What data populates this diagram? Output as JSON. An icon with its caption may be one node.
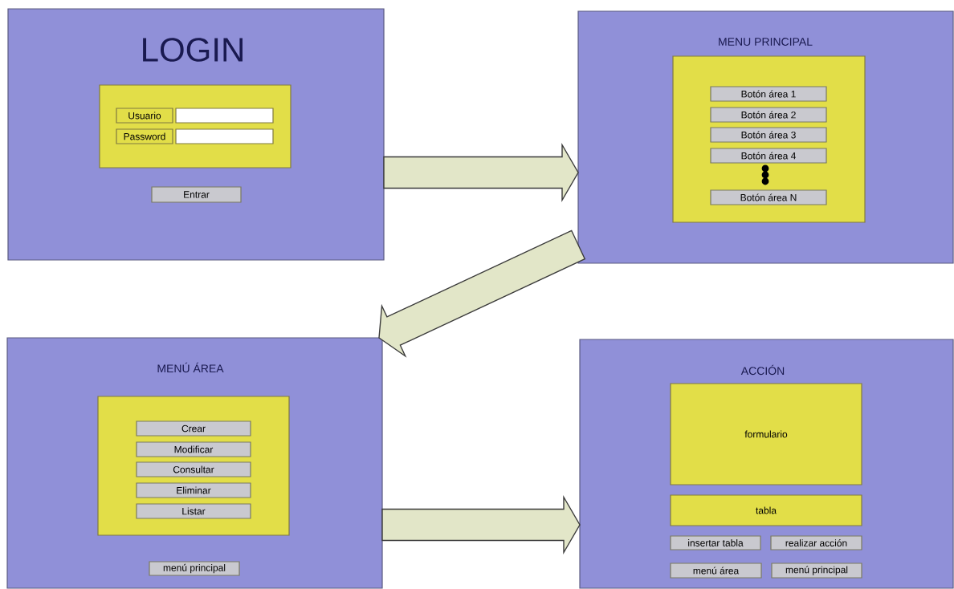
{
  "diagram": {
    "nodes": [
      {
        "text": [
          "LOGIN"
        ]
      },
      {
        "text": [],
        "shape": "box",
        "in": 0
      },
      {
        "text": [
          "Usuario"
        ],
        "in": 1
      },
      {
        "text": [],
        "shape": "box",
        "in": 1
      },
      {
        "text": [
          "Password"
        ],
        "in": 1
      },
      {
        "text": [],
        "shape": "box",
        "in": 1
      },
      {
        "text": [
          "Entrar"
        ],
        "in": 0
      },
      {
        "text": [
          "MENU PRINCIPAL"
        ]
      },
      {
        "text": [],
        "shape": "box",
        "in": 7
      },
      {
        "text": [
          "Botón área 1"
        ],
        "in": 8
      },
      {
        "text": [
          "Botón área 2"
        ],
        "in": 8
      },
      {
        "text": [
          "Botón área 3"
        ],
        "in": 8
      },
      {
        "text": [
          "Botón área 4"
        ],
        "in": 8
      },
      {
        "text": [
          "Botón área N"
        ],
        "in": 8
      },
      {
        "text": [
          "MENÚ ÁREA"
        ]
      },
      {
        "text": [],
        "shape": "box",
        "in": 14
      },
      {
        "text": [
          "Crear"
        ],
        "in": 15
      },
      {
        "text": [
          "Modificar"
        ],
        "in": 15
      },
      {
        "text": [
          "Consultar"
        ],
        "in": 15
      },
      {
        "text": [
          "Eliminar"
        ],
        "in": 15
      },
      {
        "text": [
          "Listar"
        ],
        "in": 15
      },
      {
        "text": [
          "menú principal"
        ],
        "in": 14
      },
      {
        "text": [
          "ACCIÓN"
        ]
      },
      {
        "text": [
          "formulario"
        ],
        "in": 22
      },
      {
        "text": [
          "tabla"
        ],
        "in": 22
      },
      {
        "text": [
          "insertar tabla"
        ],
        "in": 22
      },
      {
        "text": [
          "realizar acción"
        ],
        "in": 22
      },
      {
        "text": [
          "menú área"
        ],
        "in": 22
      },
      {
        "text": [
          "menú principal"
        ],
        "in": 22
      }
    ],
    "edges": [
      {
        "from": 0,
        "to": 7,
        "arrow": "to"
      },
      {
        "from": 7,
        "to": 14,
        "arrow": "to"
      },
      {
        "from": 14,
        "to": 22,
        "arrow": "to"
      }
    ]
  }
}
